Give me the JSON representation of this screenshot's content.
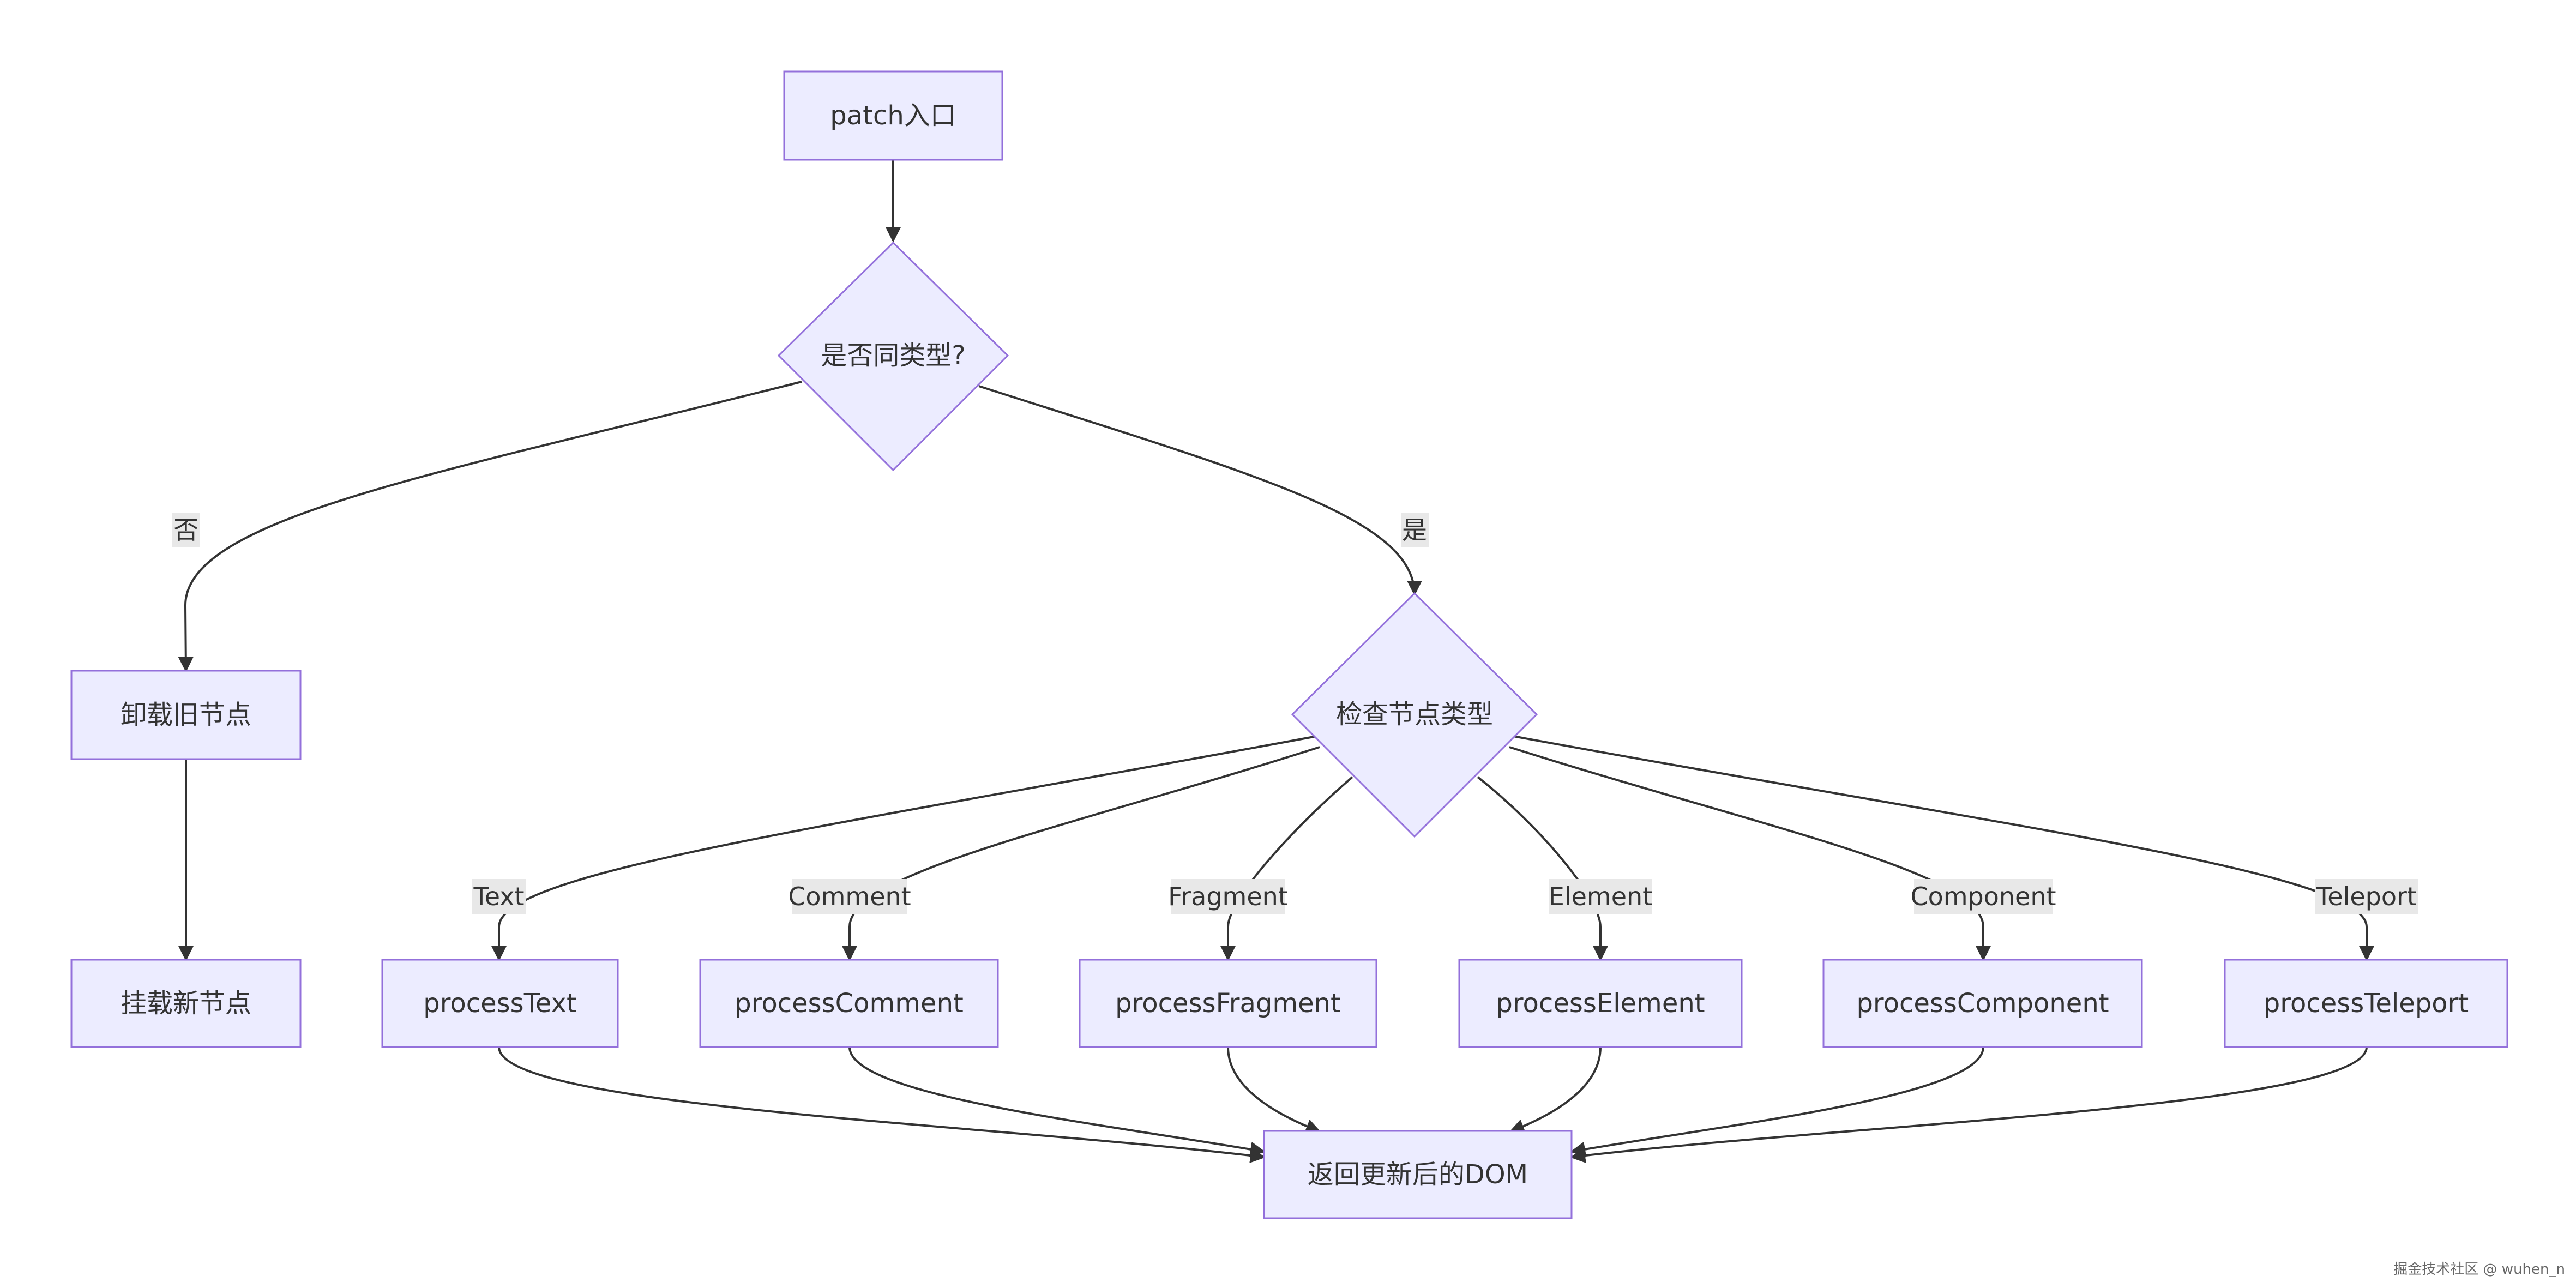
{
  "nodes": {
    "patch_entry": "patch入口",
    "same_type": "是否同类型?",
    "unmount_old": "卸载旧节点",
    "mount_new": "挂载新节点",
    "check_type": "检查节点类型",
    "process_text": "processText",
    "process_comment": "processComment",
    "process_fragment": "processFragment",
    "process_element": "processElement",
    "process_component": "processComponent",
    "process_teleport": "processTeleport",
    "return_dom": "返回更新后的DOM"
  },
  "edge_labels": {
    "no": "否",
    "yes": "是",
    "text": "Text",
    "comment": "Comment",
    "fragment": "Fragment",
    "element": "Element",
    "component": "Component",
    "teleport": "Teleport"
  },
  "watermark": "掘金技术社区 @ wuhen_n",
  "colors": {
    "node_fill": "#ececff",
    "node_stroke": "#9370db",
    "edge": "#333333",
    "label_bg": "#e8e8e8"
  }
}
